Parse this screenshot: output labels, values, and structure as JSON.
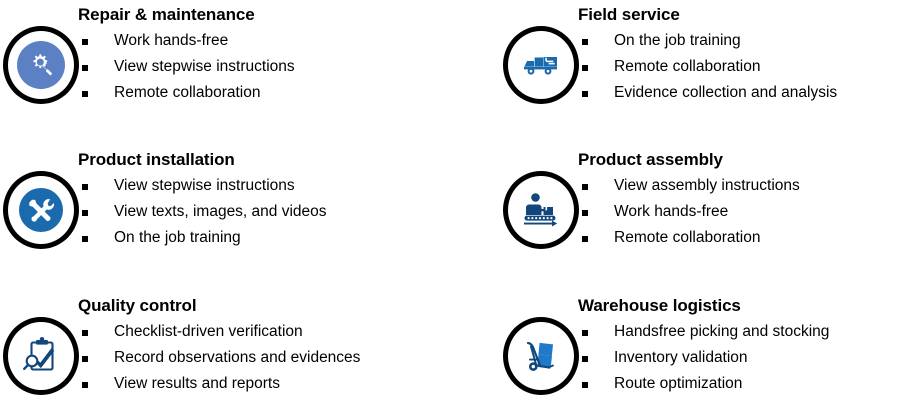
{
  "page": {
    "background": "#ffffff",
    "accent_blue": "#1a6aad",
    "accent_blue_dark": "#12477c",
    "accent_blue_light": "#5b80c4",
    "ring_color": "#000000",
    "text_color": "#000000",
    "layout": "2 columns x 3 rows"
  },
  "use_cases": [
    {
      "id": "repair-maintenance",
      "title": "Repair & maintenance",
      "icon": "gear-wrench-icon",
      "icon_style": "light-blue-disc",
      "bullets": [
        "Work hands-free",
        "View stepwise instructions",
        "Remote collaboration"
      ]
    },
    {
      "id": "field-service",
      "title": "Field service",
      "icon": "service-truck-icon",
      "icon_style": "plain",
      "bullets": [
        "On the job training",
        "Remote collaboration",
        "Evidence collection and analysis"
      ]
    },
    {
      "id": "product-installation",
      "title": "Product installation",
      "icon": "crossed-tools-icon",
      "icon_style": "blue-disc",
      "bullets": [
        "View stepwise instructions",
        "View texts, images, and videos",
        "On the job training"
      ]
    },
    {
      "id": "product-assembly",
      "title": "Product assembly",
      "icon": "worker-conveyor-icon",
      "icon_style": "plain",
      "bullets": [
        "View assembly instructions",
        "Work hands-free",
        "Remote collaboration"
      ]
    },
    {
      "id": "quality-control",
      "title": "Quality control",
      "icon": "clipboard-check-magnifier-icon",
      "icon_style": "plain",
      "bullets": [
        "Checklist-driven verification",
        "Record observations and evidences",
        "View results and reports"
      ]
    },
    {
      "id": "warehouse-logistics",
      "title": "Warehouse  logistics",
      "icon": "hand-truck-boxes-icon",
      "icon_style": "plain",
      "bullets": [
        "Handsfree picking and stocking",
        "Inventory validation",
        "Route optimization"
      ]
    }
  ]
}
